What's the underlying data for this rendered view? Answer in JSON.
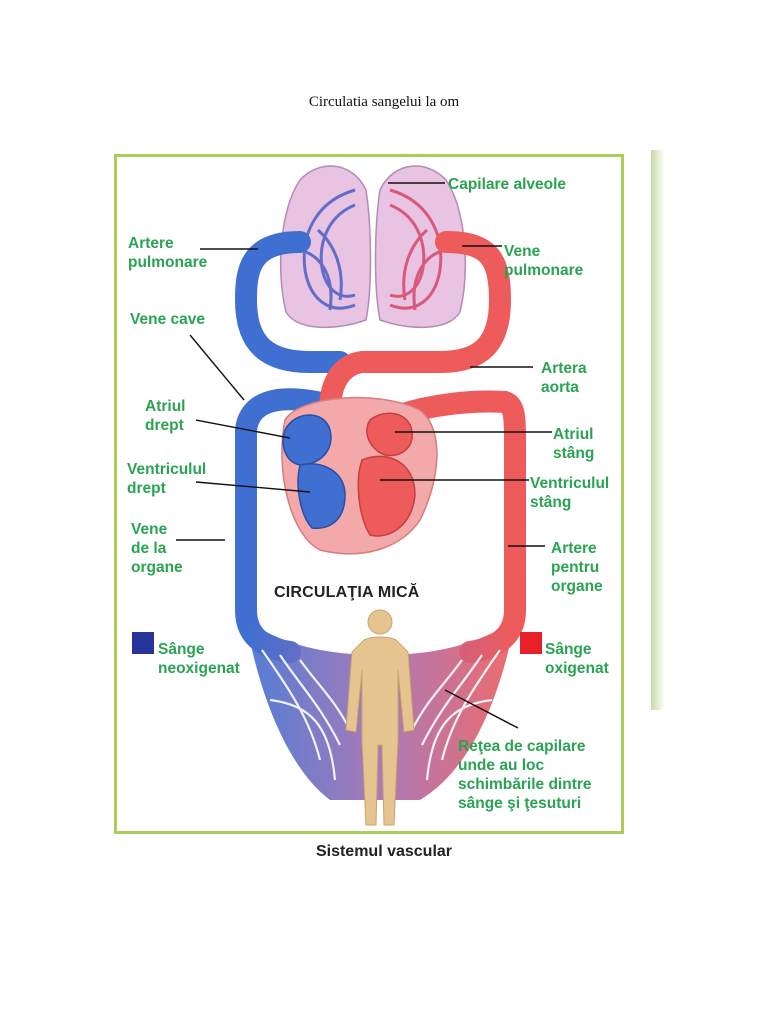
{
  "document": {
    "title": "Circulatia sangelui la om",
    "caption": "Sistemul vascular"
  },
  "diagram": {
    "center_label": "CIRCULAŢIA MICĂ",
    "labels": {
      "capilare_alveole": "Capilare alveole",
      "artere_pulmonare": "Artere\npulmonare",
      "vene_pulmonare": "Vene\npulmonare",
      "vene_cave": "Vene cave",
      "artera_aorta": "Artera\naorta",
      "atriul_drept": "Atriul\ndrept",
      "atriul_stang": "Atriul\nstâng",
      "ventriculul_drept": "Ventriculul\ndrept",
      "ventriculul_stang": "Ventriculul\nstâng",
      "vene_de_la_organe": "Vene\nde la\norgane",
      "artere_pentru_organe": "Artere\npentru\norgane",
      "capillary_network": "Reţea de capilare\nunde au loc\nschimbările dintre\nsânge şi ţesuturi"
    },
    "legend": [
      {
        "label": "Sânge\nneoxigenat",
        "color": "#27329a"
      },
      {
        "label": "Sânge\noxigenat",
        "color": "#e8202a"
      }
    ],
    "colors": {
      "deoxygenated": "#3f6fd1",
      "oxygenated": "#ee5b5b",
      "label_green": "#2aa352",
      "frame_green": "#a9cf58",
      "body": "#e6c48f"
    }
  }
}
